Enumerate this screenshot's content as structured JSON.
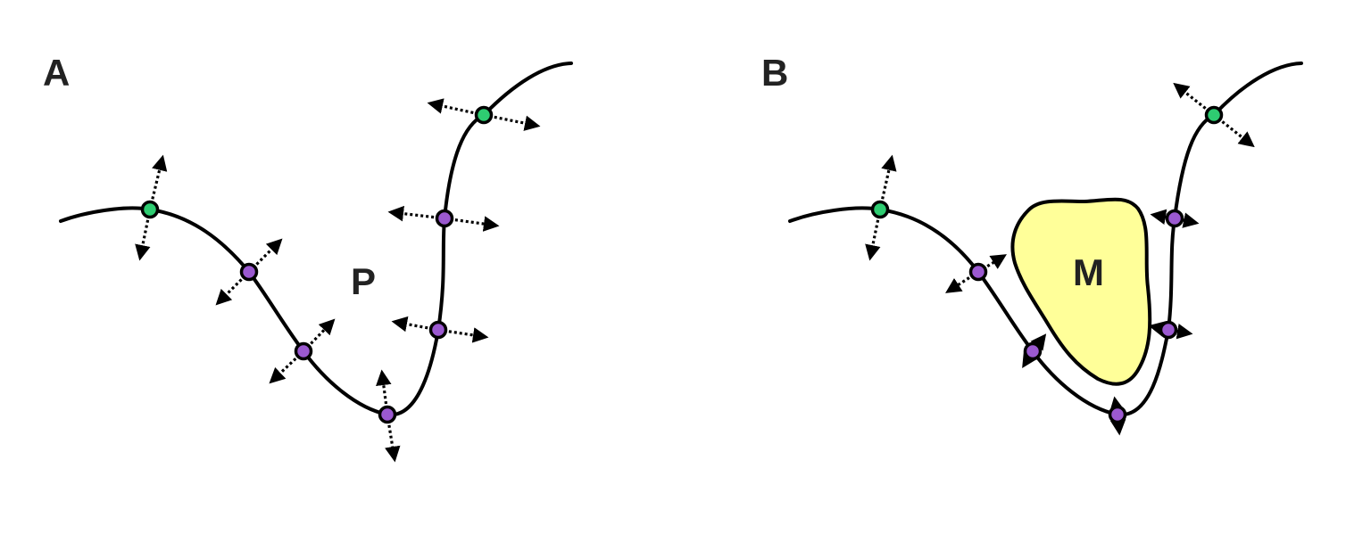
{
  "panels": [
    {
      "id": "A",
      "label": "A",
      "region_label": "P"
    },
    {
      "id": "B",
      "label": "B",
      "region_label": "M"
    }
  ],
  "colors": {
    "curve": "#000000",
    "node_green": "#2ecc71",
    "node_purple": "#9b59d0",
    "blob_fill": "#ffff99",
    "label_text": "#222222"
  }
}
